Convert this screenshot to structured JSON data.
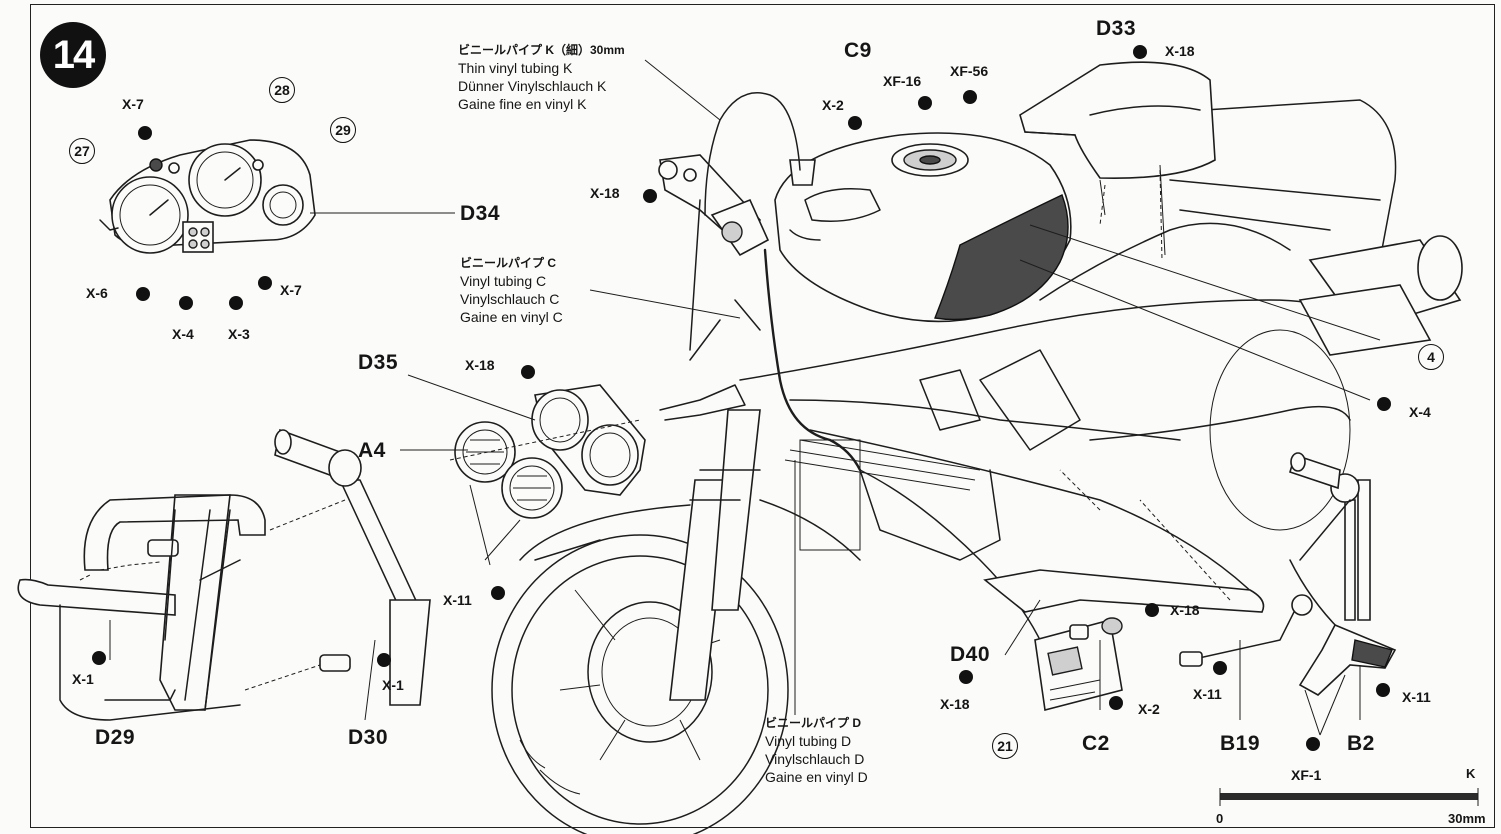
{
  "step_number": "14",
  "tubing": {
    "k": {
      "ja": "ビニールパイプ K（細）30mm",
      "en": "Thin vinyl tubing K",
      "de": "Dünner Vinylschlauch K",
      "fr": "Gaine fine en vinyl K"
    },
    "c": {
      "ja": "ビニールパイプ C",
      "en": "Vinyl tubing C",
      "de": "Vinylschlauch C",
      "fr": "Gaine en vinyl C"
    },
    "d": {
      "ja": "ビニールパイプ D",
      "en": "Vinyl tubing D",
      "de": "Vinylschlauch D",
      "fr": "Gaine en vinyl D"
    }
  },
  "parts": {
    "c9": "C9",
    "d33": "D33",
    "d34": "D34",
    "d35": "D35",
    "a4": "A4",
    "d29": "D29",
    "d30": "D30",
    "d40": "D40",
    "c2": "C2",
    "b19": "B19",
    "b2": "B2"
  },
  "paints": {
    "x7": "X-7",
    "x6": "X-6",
    "x4": "X-4",
    "x3": "X-3",
    "x2": "X-2",
    "x18": "X-18",
    "xf16": "XF-16",
    "xf56": "XF-56",
    "x11": "X-11",
    "x1": "X-1",
    "xf1": "XF-1"
  },
  "decals": {
    "d27": "27",
    "d28": "28",
    "d29": "29",
    "d4": "4",
    "d21": "21"
  },
  "scale": {
    "letter": "K",
    "start": "0",
    "end": "30mm",
    "length_mm": 30
  },
  "colors": {
    "ink": "#1d1d1d",
    "paper": "#fbfbf9",
    "tank_shade": "#4a4a4a"
  }
}
